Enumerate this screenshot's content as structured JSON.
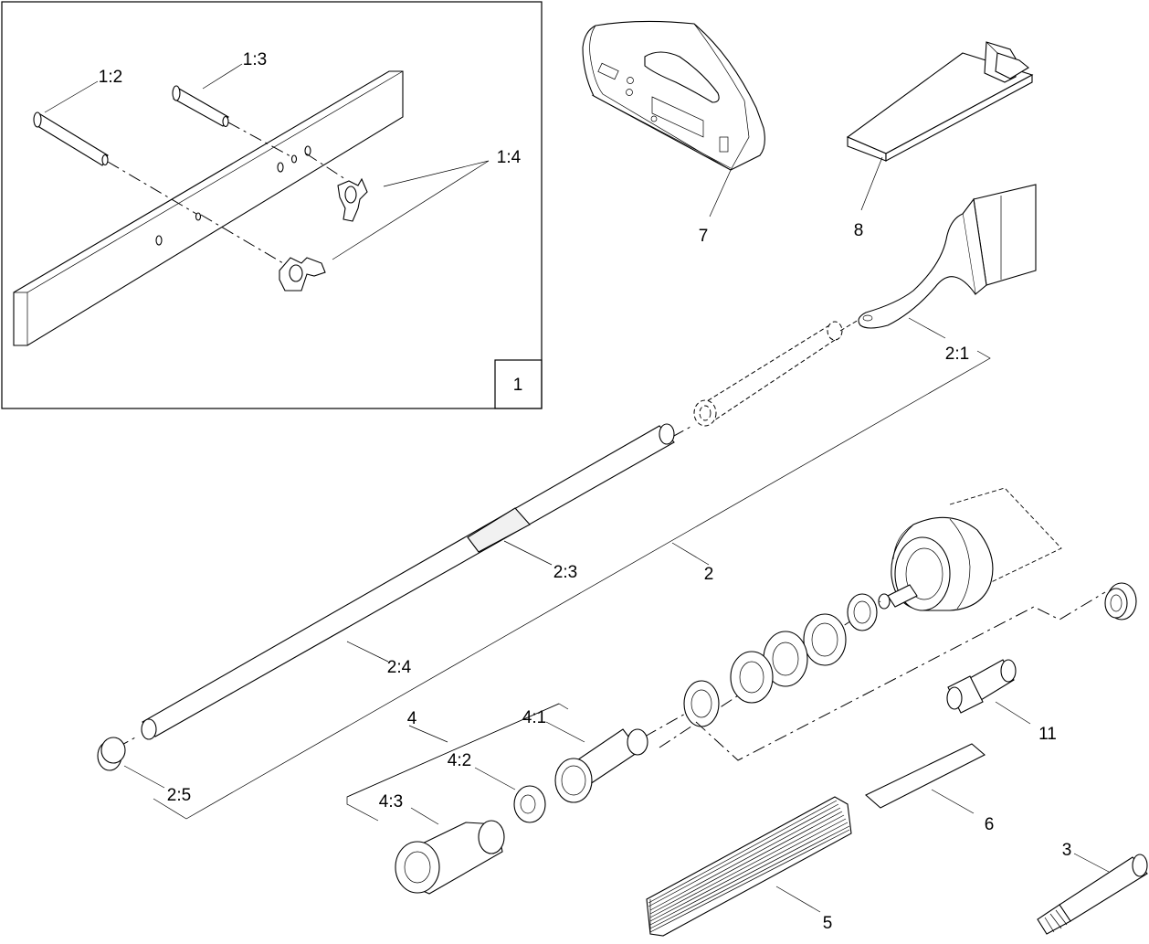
{
  "labels": {
    "item_1": "1",
    "item_1_2": "1:2",
    "item_1_3": "1:3",
    "item_1_4": "1:4",
    "item_2": "2",
    "item_2_1": "2:1",
    "item_2_3": "2:3",
    "item_2_4": "2:4",
    "item_2_5": "2:5",
    "item_3": "3",
    "item_4": "4",
    "item_4_1": "4:1",
    "item_4_2": "4:2",
    "item_4_3": "4:3",
    "item_5": "5",
    "item_6": "6",
    "item_7": "7",
    "item_8": "8",
    "item_11": "11"
  }
}
